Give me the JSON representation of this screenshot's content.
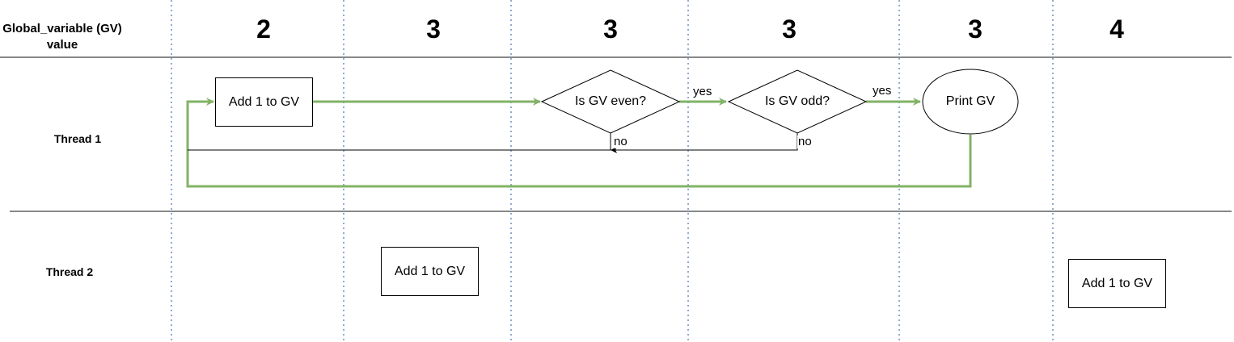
{
  "header": {
    "gv_label_line1": "Global_variable (GV)",
    "gv_label_line2": "value",
    "gv_values": [
      "2",
      "3",
      "3",
      "3",
      "3",
      "4"
    ]
  },
  "lanes": {
    "thread1": "Thread 1",
    "thread2": "Thread 2"
  },
  "thread1": {
    "add_box": "Add 1 to GV",
    "even_decision": "Is GV even?",
    "odd_decision": "Is GV odd?",
    "print_node": "Print GV",
    "yes_label_1": "yes",
    "yes_label_2": "yes",
    "no_label_1": "no",
    "no_label_2": "no"
  },
  "thread2": {
    "add_box_1": "Add 1 to GV",
    "add_box_2": "Add 1 to GV"
  },
  "colors": {
    "flow_green": "#82b366",
    "divider_gray": "#888888",
    "timeline_blue": "#6c8ebf"
  }
}
